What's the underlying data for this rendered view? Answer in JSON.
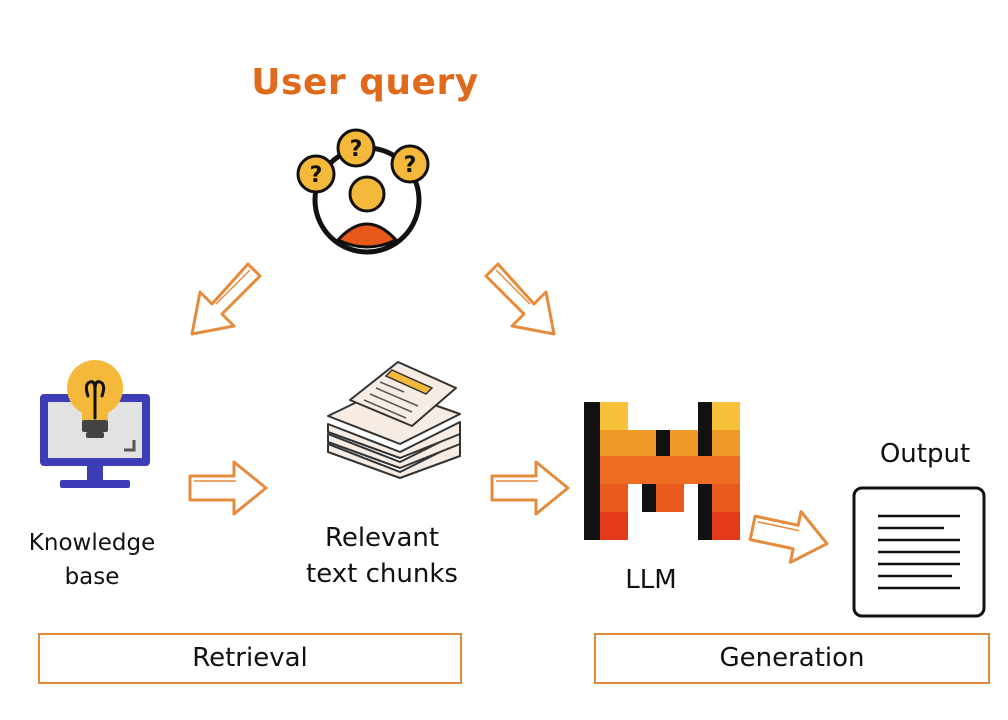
{
  "title": "User query",
  "nodes": {
    "knowledge_base": [
      "Knowledge",
      "base"
    ],
    "chunks": [
      "Relevant",
      "text chunks"
    ],
    "llm": "LLM",
    "output": "Output"
  },
  "stages": {
    "retrieval": "Retrieval",
    "generation": "Generation"
  },
  "colors": {
    "accent": "#e06a1c",
    "arrow_stroke": "#e68a3c",
    "box_border": "#e08a3a",
    "yellow": "#f4b93a",
    "monitor": "#3d3db8"
  }
}
